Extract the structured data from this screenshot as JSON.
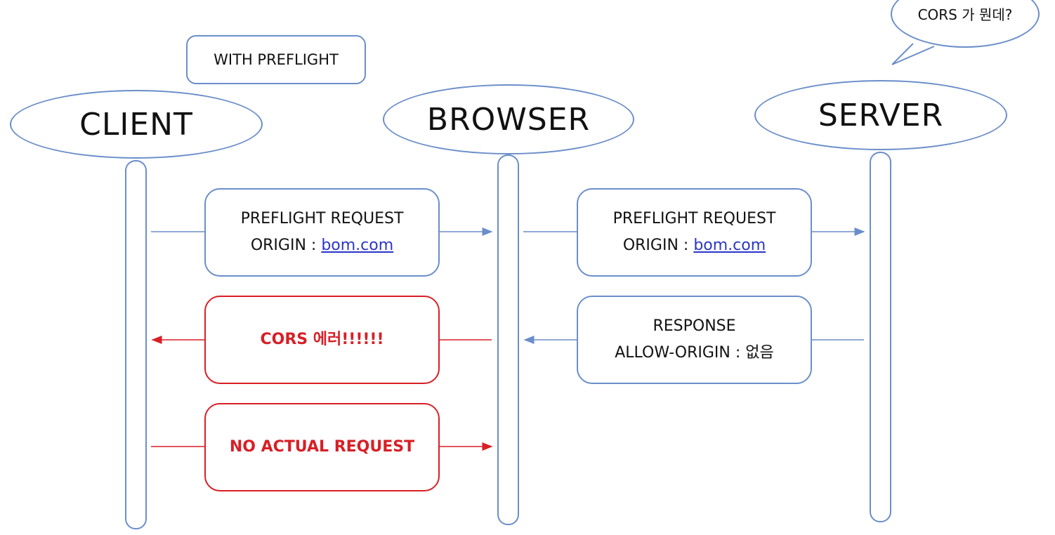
{
  "title_fragment": "",
  "badge": "WITH PREFLIGHT",
  "speech_bubble": "CORS 가 뭔데?",
  "actors": {
    "client": "CLIENT",
    "browser": "BROWSER",
    "server": "SERVER"
  },
  "messages": {
    "m1": {
      "line1": "PREFLIGHT REQUEST",
      "origin_label": "ORIGIN : ",
      "origin_link": "bom.com"
    },
    "m2": {
      "line1": "PREFLIGHT REQUEST",
      "origin_label": "ORIGIN : ",
      "origin_link": "bom.com"
    },
    "m3": {
      "line1": "RESPONSE",
      "line2": "ALLOW-ORIGIN : 없음"
    },
    "m4": {
      "text": "CORS 에러!!!!!!"
    },
    "m5": {
      "text": "NO ACTUAL REQUEST"
    }
  },
  "colors": {
    "blue": "#6b8ec9",
    "red": "#d81f26",
    "link": "#2b35c9"
  }
}
